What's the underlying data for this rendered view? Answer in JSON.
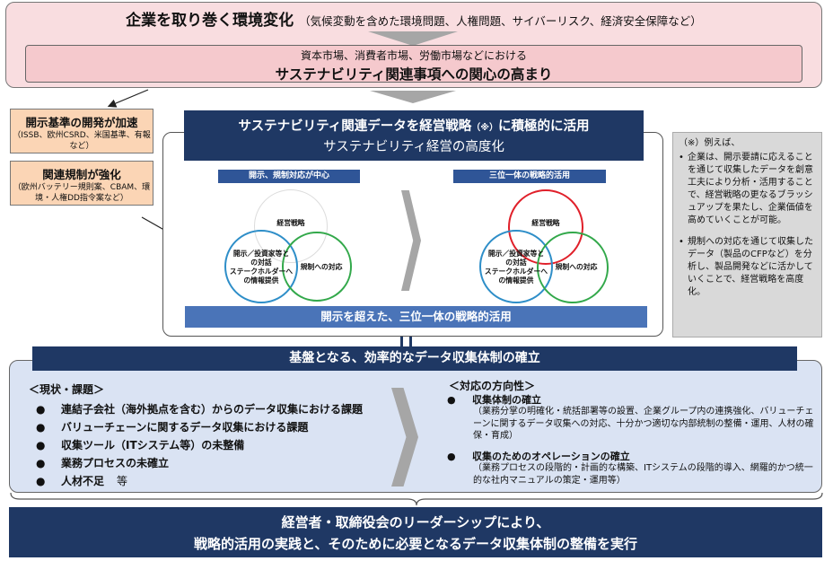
{
  "top": {
    "title": "企業を取り巻く環境変化",
    "subtitle": "（気候変動を含めた環境問題、人権問題、サイバーリスク、経済安全保障など）",
    "interest_sub": "資本市場、消費者市場、労働市場などにおける",
    "interest_main": "サステナビリティ関連事項への関心の高まり"
  },
  "left_boxes": [
    {
      "title": "開示基準の開発が加速",
      "body": "（ISSB、欧州CSRD、米国基準、有報など）"
    },
    {
      "title": "関連規制が強化",
      "body": "（欧州バッテリー規則案、CBAM、環境・人権DD指令案など）"
    }
  ],
  "strategy": {
    "header_main": "サステナビリティ関連データを経営戦略",
    "header_note_mark": "（※）",
    "header_main_end": "に積極的に活用",
    "header_sub": "サステナビリティ経営の高度化",
    "left_label": "開示、規制対応が中心",
    "right_label": "三位一体の戦略的活用",
    "venn": {
      "strategy": "経営戦略",
      "disclosure_l1": "開示／投資家等と",
      "disclosure_l2": "の対話",
      "disclosure_l3": "ステークホルダーへ",
      "disclosure_l4": "の情報提供",
      "regulation": "規制への対応"
    },
    "bottom_bar": "開示を超えた、三位一体の戦略的活用"
  },
  "note": {
    "head": "（※）例えば、",
    "items": [
      "企業は、開示要請に応えることを通じて収集したデータを創意工夫により分析・活用することで、経営戦略の更なるブラッシュアップを果たし、企業価値を高めていくことが可能。",
      "規制への対応を通じて収集したデータ（製品のCFPなど）を分析し、製品開発などに活かしていくことで、経営戦略を高度化。"
    ]
  },
  "foundation": {
    "title": "基盤となる、効率的なデータ収集体制の確立",
    "current_head": "＜現状・課題＞",
    "current_items": [
      "連結子会社（海外拠点を含む）からのデータ収集における課題",
      "バリューチェーンに関するデータ収集における課題",
      "収集ツール（ITシステム等）の未整備",
      "業務プロセスの未確立"
    ],
    "current_last": "人材不足",
    "current_last_suffix": "等",
    "direction_head": "＜対応の方向性＞",
    "directions": [
      {
        "title": "収集体制の確立",
        "body": "（業務分掌の明確化・統括部署等の設置、企業グループ内の連携強化、バリューチェーンに関するデータ収集への対応、十分かつ適切な内部統制の整備・運用、人材の確保・育成）"
      },
      {
        "title": "収集のためのオペレーションの確立",
        "body": "（業務プロセスの段階的・計画的な構築、ITシステムの段階的導入、網羅的かつ統一的な社内マニュアルの策定・運用等）"
      }
    ],
    "bullet": "●"
  },
  "leadership": {
    "line1": "経営者・取締役会のリーダーシップにより、",
    "line2": "戦略的活用の実践と、そのために必要となるデータ収集体制の整備を実行"
  },
  "colors": {
    "navy": "#1f3864",
    "blue": "#4a74b8",
    "pink": "#f9dde0",
    "orange": "#fbd5b5",
    "venn_red": "#e0202a",
    "venn_blue": "#2e8ec8",
    "venn_green": "#32a84a"
  }
}
